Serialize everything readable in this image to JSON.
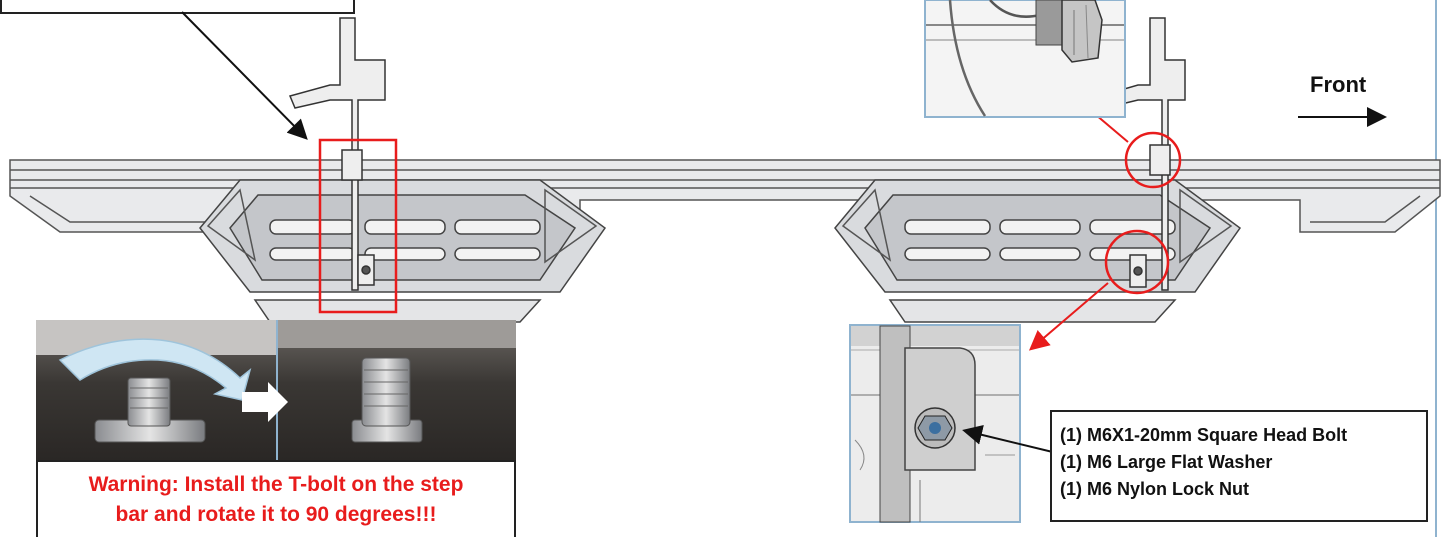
{
  "labels": {
    "front": "Front",
    "warning_line1": "Warning: Install the T-bolt on the step",
    "warning_line2": "bar and rotate it to 90 degrees!!!"
  },
  "hardware": [
    "(1) M6X1-20mm Square Head Bolt",
    "(1) M6 Large Flat Washer",
    "(1) M6 Nylon Lock Nut"
  ],
  "colors": {
    "callout_red": "#e81c1c",
    "inset_border": "#8fb3cf",
    "line_dark": "#222222",
    "metal_light": "#cfd2d6",
    "metal_dark": "#5a5d62"
  },
  "icons": [
    "rotate-arrow-icon",
    "right-arrow-icon",
    "front-arrow-icon"
  ]
}
